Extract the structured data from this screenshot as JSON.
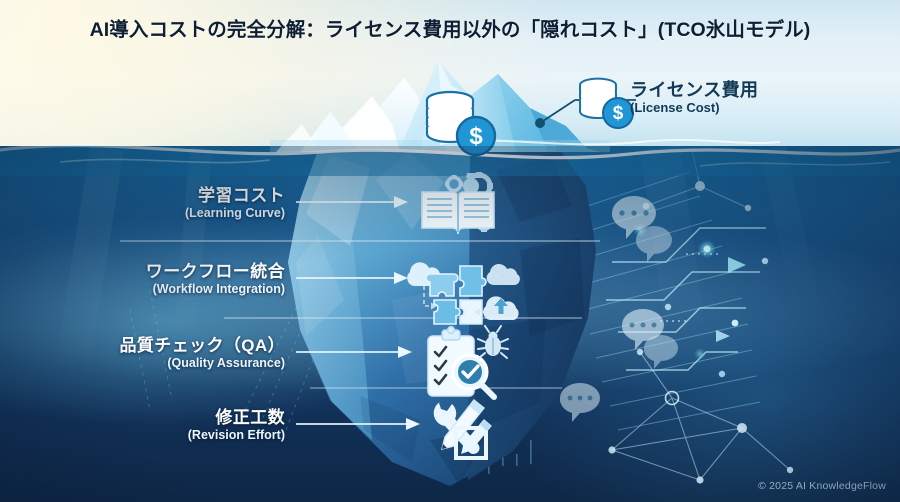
{
  "page": {
    "title": "AI導入コストの完全分解：ライセンス費用以外の「隠れコスト」(TCO氷山モデル)",
    "credit": "© 2025 AI KnowledgeFlow"
  },
  "colors": {
    "sky_top": "#cfe6f2",
    "sky_glow": "#fff8e1",
    "water_top": "#1b75ad",
    "water_bottom": "#0e2746",
    "iceberg_light": "#e8f6fd",
    "iceberg_mid": "#8fd2ee",
    "iceberg_deep": "#1b4f80",
    "accent_cyan": "#49d8e8",
    "icon_white": "#ffffff",
    "label_dark": "#123a55",
    "title_dark": "#0f1f33"
  },
  "above_water": {
    "label": {
      "jp": "ライセンス費用",
      "en": "(License Cost)",
      "icon": "coin-stack-icon"
    },
    "tip_icon": "coin-stack-icon"
  },
  "hidden_costs": [
    {
      "jp": "学習コスト",
      "en": "(Learning Curve)",
      "icon": "open-book-gears-icon"
    },
    {
      "jp": "ワークフロー統合",
      "en": "(Workflow Integration)",
      "icon": "puzzle-clouds-icon"
    },
    {
      "jp": "品質チェック（QA）",
      "en": "(Quality Assurance)",
      "icon": "clipboard-magnifier-bug-icon"
    },
    {
      "jp": "修正工数",
      "en": "(Revision Effort)",
      "icon": "wrench-pencil-edit-icon"
    }
  ],
  "decor": {
    "chat_bubbles": 4,
    "network_nodes": 6,
    "arrows": 2
  }
}
